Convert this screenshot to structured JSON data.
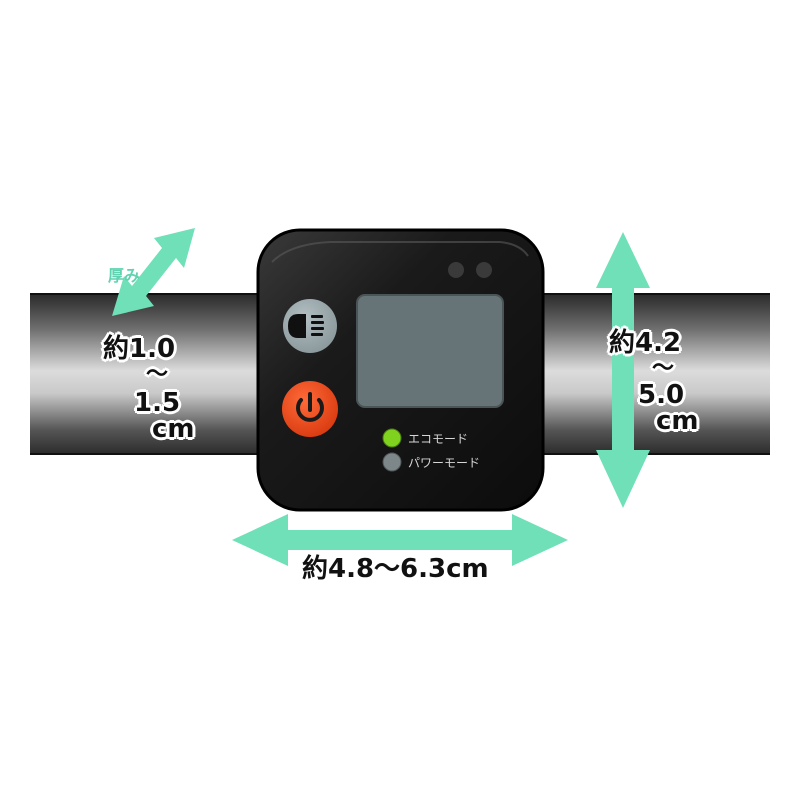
{
  "labels": {
    "thickness": "厚み",
    "thickness_range_1": "約1.0",
    "thickness_tilde": "～",
    "thickness_range_2": "1.5",
    "thickness_unit": "cm",
    "height_range_1": "約4.2",
    "height_tilde": "～",
    "height_range_2": "5.0",
    "height_unit": "cm",
    "width_range": "約4.8～6.3cm"
  },
  "device": {
    "led_eco_label": "エコモード",
    "led_power_label": "パワーモード",
    "led_eco_color": "#7fd21e",
    "led_power_color": "#7d8688",
    "power_button_color": "#ee4a1c",
    "light_button_color": "#9aa8ab",
    "screen_color": "#667377"
  },
  "colors": {
    "arrow": "#6fe0b8",
    "bar_dark": "#3a3a3a",
    "bar_light": "#d7d7d7",
    "device_body": "#151515"
  },
  "icons": [
    "headlight-icon",
    "power-icon"
  ]
}
